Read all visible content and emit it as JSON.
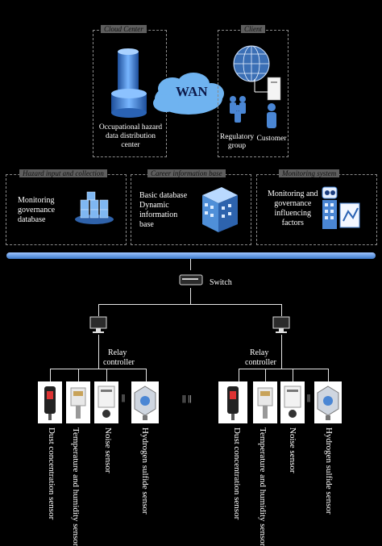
{
  "cloud": {
    "title": "Cloud Center",
    "wan_label": "WAN",
    "center_label": [
      "Occupational hazard",
      "data distribution",
      "center"
    ]
  },
  "client": {
    "title": "Client",
    "regulatory_label": [
      "Regulatory",
      "group"
    ],
    "customer_label": "Customer"
  },
  "sections": [
    {
      "title": "Hazard input and collection",
      "label": [
        "Monitoring",
        "governance",
        "database"
      ]
    },
    {
      "title": "Career information base",
      "label": [
        "Basic database",
        "Dynamic",
        "information",
        "base"
      ]
    },
    {
      "title": "Monitoring system",
      "label": [
        "Monitoring and",
        "governance",
        "influencing",
        "factors"
      ]
    }
  ],
  "switch_label": "Switch",
  "relay_label": [
    "Relay",
    "controller"
  ],
  "separator": "||",
  "sensors": [
    "Dust concentration sensor",
    "Temperature and humidity sensor",
    "Noise sensor",
    "Hydrogen sulfide sensor"
  ],
  "colors": {
    "background": "#000000",
    "bus": "#4a86d4",
    "cloud": "#6fb3f0",
    "device": "#3a6db5"
  }
}
